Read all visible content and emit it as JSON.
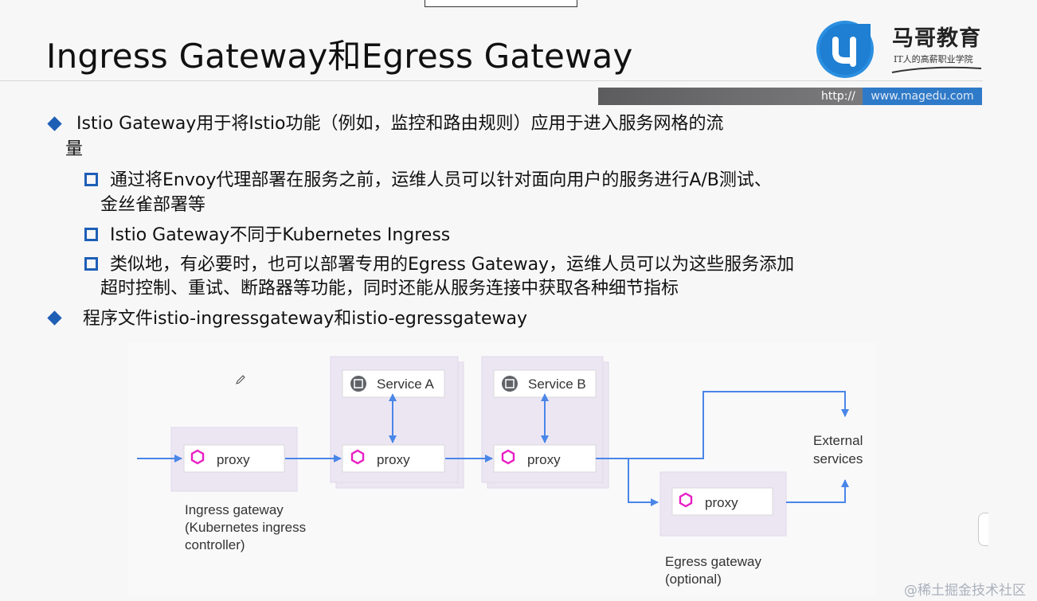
{
  "slide": {
    "title": "Ingress Gateway和Egress Gateway",
    "logo": {
      "name": "马哥教育",
      "slogan": "IT人的高薪职业学院",
      "icon": "magedu-logo-icon"
    },
    "url": {
      "protocol": "http://",
      "host": "www.magedu.com"
    }
  },
  "bullets": {
    "b1": {
      "line1": "Istio Gateway用于将Istio功能（例如，监控和路由规则）应用于进入服务网格的流",
      "line2": "量"
    },
    "s1": {
      "line1": "通过将Envoy代理部署在服务之前，运维人员可以针对面向用户的服务进行A/B测试、",
      "line2": "金丝雀部署等"
    },
    "s2": {
      "line1": "Istio Gateway不同于Kubernetes Ingress"
    },
    "s3": {
      "line1": "类似地，有必要时，也可以部署专用的Egress Gateway，运维人员可以为这些服务添加",
      "line2": "超时控制、重试、断路器等功能，同时还能从服务连接中获取各种细节指标"
    },
    "b2": {
      "line1": "程序文件istio-ingressgateway和istio-egressgateway"
    }
  },
  "diagram": {
    "proxy_label": "proxy",
    "service_a": "Service A",
    "service_b": "Service B",
    "ingress_caption": {
      "line1": "Ingress gateway",
      "line2": "(Kubernetes ingress",
      "line3": "controller)"
    },
    "egress_caption": {
      "line1": "Egress gateway",
      "line2": "(optional)"
    },
    "external": {
      "line1": "External",
      "line2": "services"
    },
    "colors": {
      "arrow": "#4a86e8",
      "hexagon": "#e91ec4",
      "pod": "#ece6f3",
      "card": "#ffffff"
    }
  },
  "watermark": "@稀土掘金技术社区"
}
